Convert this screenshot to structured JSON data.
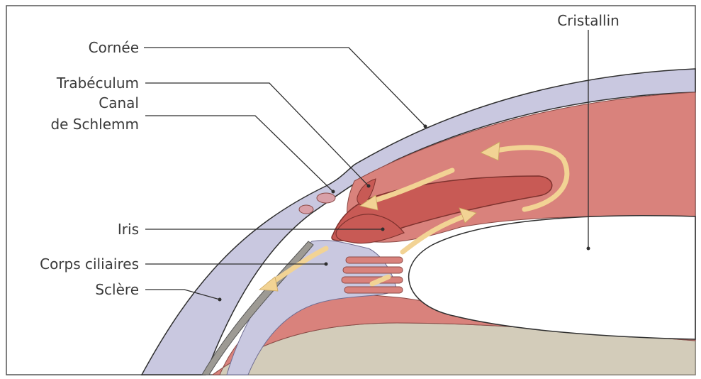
{
  "diagram": {
    "labels": {
      "cornea": "Cornée",
      "trabeculum": "Trabéculum",
      "canal_line1": "Canal",
      "canal_line2": "de Schlemm",
      "iris": "Iris",
      "ciliary_body": "Corps ciliaires",
      "sclera": "Sclère",
      "lens": "Cristallin"
    },
    "colors": {
      "cornea": "#c9c8e0",
      "aqueous": "#d9827c",
      "iris": "#c85a55",
      "lens": "#ffffff",
      "vitreous": "#d3ccba",
      "arrow": "#f2d394",
      "outline": "#2f2f2f"
    }
  }
}
